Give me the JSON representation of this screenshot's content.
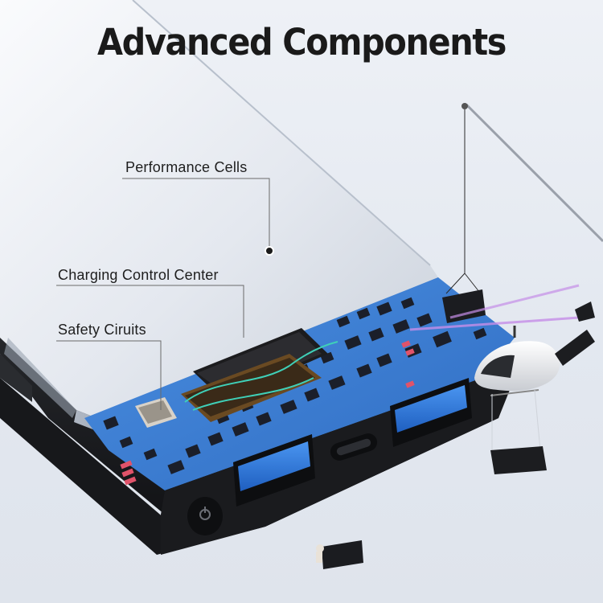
{
  "title": "Advanced Components",
  "callouts": {
    "performance_cells": "Performance Cells",
    "charging_control_center": "Charging Control Center",
    "safety_circuits": "Safety Ciruits"
  },
  "colors": {
    "pcb_blue": "#3c7fd4",
    "usb_port_blue": "#2f78e0",
    "case_silver": "#e6eaf0",
    "case_black": "#1c1d20",
    "background": "#e8ecf2"
  }
}
